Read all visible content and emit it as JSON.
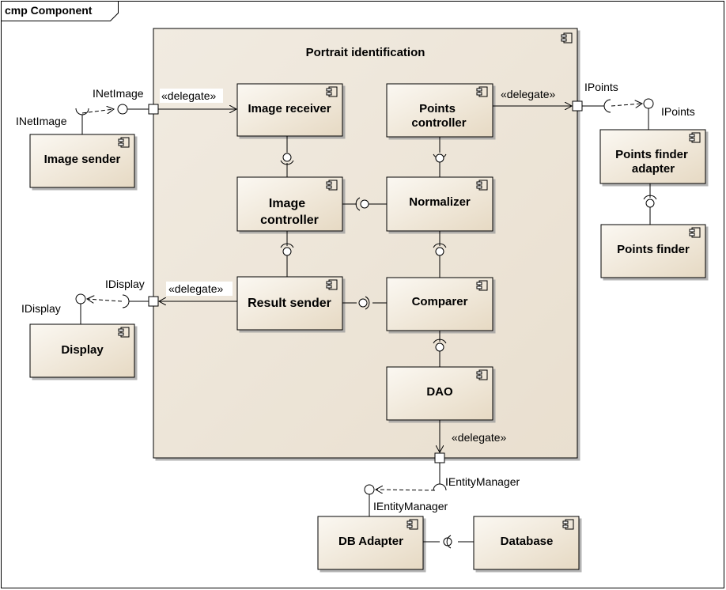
{
  "frame": {
    "title": "cmp Component"
  },
  "container": {
    "name": "Portrait identification"
  },
  "components": {
    "image_receiver": "Image receiver",
    "points_controller_1": "Points",
    "points_controller_2": "controller",
    "image_controller_1": "Image",
    "image_controller_2": "controller",
    "normalizer": "Normalizer",
    "result_sender": "Result sender",
    "comparer": "Comparer",
    "dao": "DAO",
    "image_sender": "Image sender",
    "display": "Display",
    "points_finder_adapter_1": "Points finder",
    "points_finder_adapter_2": "adapter",
    "points_finder": "Points finder",
    "db_adapter": "DB Adapter",
    "database": "Database"
  },
  "interfaces": {
    "inetimage_port": "INetImage",
    "inetimage_provider": "INetImage",
    "ipoints_port": "IPoints",
    "ipoints_provider": "IPoints",
    "idisplay_port": "IDisplay",
    "idisplay_provider": "IDisplay",
    "ientity_port": "IEntityManager",
    "ientity_provider": "IEntityManager"
  },
  "stereotypes": {
    "delegate_image": "«delegate»",
    "delegate_points": "«delegate»",
    "delegate_result": "«delegate»",
    "delegate_dao": "«delegate»"
  },
  "colors": {
    "component_fill_light": "#f5efe3",
    "component_fill_dark": "#e8dcc6",
    "container_fill": "#eee5d6",
    "shadow": "#9a9a9a"
  }
}
